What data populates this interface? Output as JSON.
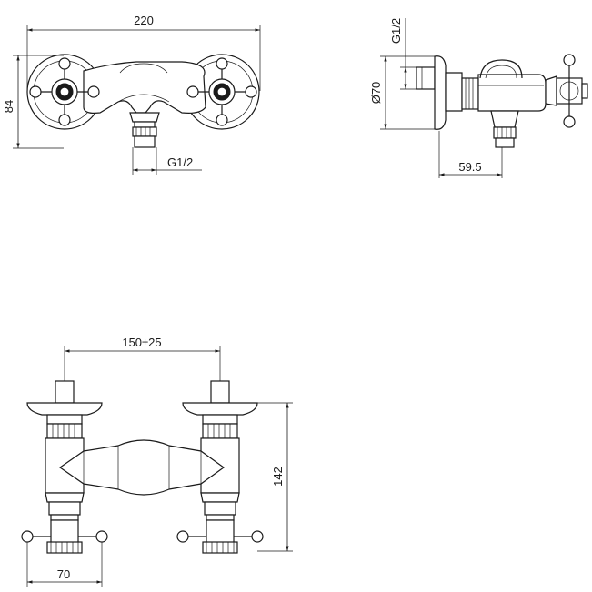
{
  "dimensions": {
    "front_width": "220",
    "front_height": "84",
    "front_outlet_thread": "G1/2",
    "side_inlet_thread": "G1/2",
    "side_diameter": "Ø70",
    "side_depth": "59.5",
    "top_center_distance": "150±25",
    "top_depth": "142",
    "top_handle_width": "70"
  }
}
